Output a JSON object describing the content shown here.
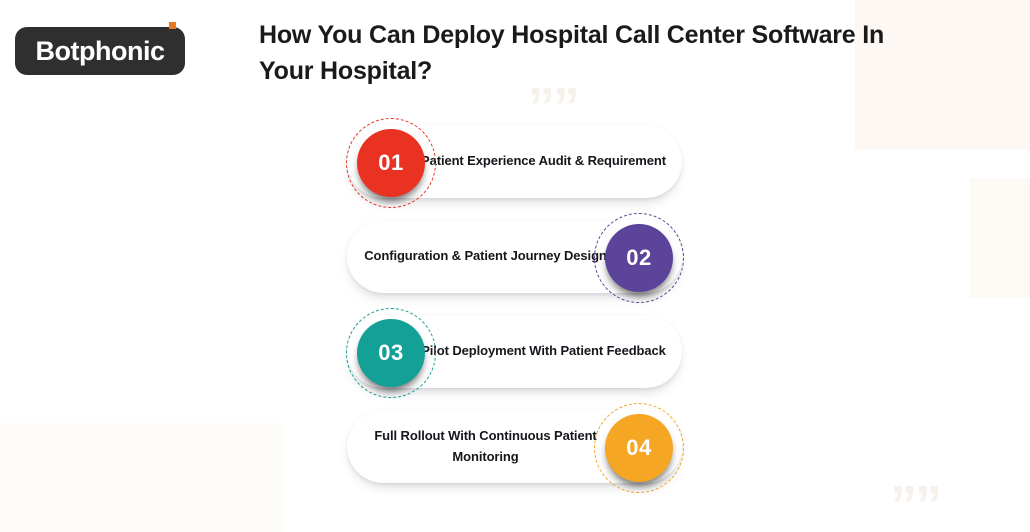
{
  "header": {
    "logo": {
      "text": "Botphonic",
      "badge_color": "#2f2f2f",
      "dot_color": "#e8791f"
    },
    "title": "How You Can Deploy Hospital Call Center Software In Your Hospital?"
  },
  "background": {
    "quote_marks": [
      "””",
      "””"
    ]
  },
  "steps": [
    {
      "number": "01",
      "label": "Patient Experience Audit & Requirement",
      "color": "#ea3223",
      "side": "left"
    },
    {
      "number": "02",
      "label": "Configuration & Patient Journey Design",
      "color": "#5b4499",
      "side": "right"
    },
    {
      "number": "03",
      "label": "Pilot Deployment With Patient Feedback",
      "color": "#13a097",
      "side": "left"
    },
    {
      "number": "04",
      "label": "Full Rollout With Continuous Patient Monitoring",
      "color": "#f5a623",
      "side": "right"
    }
  ]
}
